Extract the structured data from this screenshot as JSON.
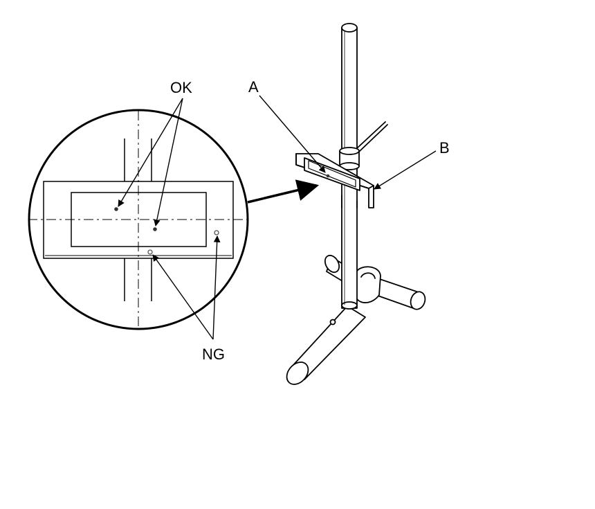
{
  "labels": {
    "ok": "OK",
    "ng": "NG",
    "a": "A",
    "b": "B"
  },
  "colors": {
    "line": "#000000",
    "fill": "#ffffff",
    "pin_dot": "#333333",
    "ng_dot": "#777777"
  }
}
